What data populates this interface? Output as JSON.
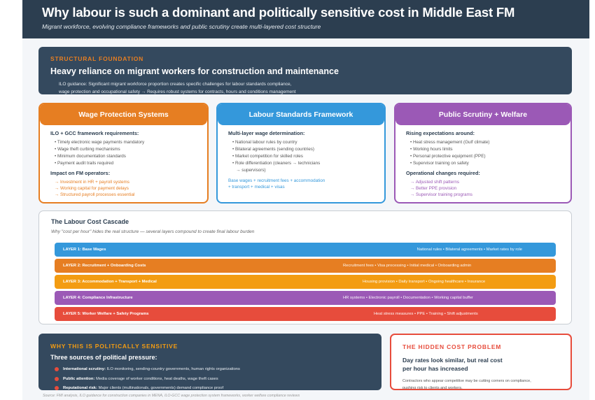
{
  "header": {
    "title": "Why labour is such a dominant and politically sensitive cost in Middle East FM",
    "subtitle": "Migrant workforce, evolving compliance frameworks and public scrutiny create multi-layered cost structure"
  },
  "structural": {
    "kicker": "STRUCTURAL FOUNDATION",
    "title": "Heavy reliance on migrant workers for construction and maintenance",
    "line1": "ILO guidance: Significant migrant workforce proportion creates specific challenges for labour standards compliance,",
    "line2": "wage protection and occupational safety → Requires robust systems for contracts, hours and conditions management"
  },
  "cards": [
    {
      "title": "Wage Protection Systems",
      "color": "#e67e22",
      "section1": "ILO + GCC framework requirements:",
      "items": [
        "• Timely electronic wage payments mandatory",
        "• Wage theft curbing mechanisms",
        "• Minimum documentation standards",
        "• Payment audit trails required"
      ],
      "section2": "Impact on FM operators:",
      "impacts": [
        "→ Investment in HR + payroll systems",
        "→ Working capital for payment delays",
        "→ Structured payroll processes essential"
      ]
    },
    {
      "title": "Labour Standards Framework",
      "color": "#3498db",
      "section1": "Multi-layer wage determination:",
      "items": [
        "• National labour rules by country",
        "• Bilateral agreements (sending countries)",
        "• Market competition for skilled roles",
        "• Role differentiation (cleaners → technicians",
        "   → supervisors)"
      ],
      "note1": "Base wages + recruitment fees + accommodation",
      "note2": "+ transport + medical + visas"
    },
    {
      "title": "Public Scrutiny + Welfare",
      "color": "#9b59b6",
      "section1": "Rising expectations around:",
      "items": [
        "• Heat stress management (Gulf climate)",
        "• Working hours limits",
        "• Personal protective equipment (PPE)",
        "• Supervisor training on safety"
      ],
      "section2": "Operational changes required:",
      "impacts": [
        "→ Adjusted shift patterns",
        "→ Better PPE provision",
        "→ Supervisor training programs"
      ]
    }
  ],
  "cascade": {
    "title": "The Labour Cost Cascade",
    "subtitle": "Why \"cost per hour\" hides the real structure — several layers compound to create final labour burden",
    "layers": [
      {
        "name": "LAYER 1: Base Wages",
        "detail": "National rules • Bilateral agreements • Market rates by role",
        "color": "#3498db"
      },
      {
        "name": "LAYER 2: Recruitment + Onboarding Costs",
        "detail": "Recruitment fees • Visa processing • Initial medical • Onboarding admin",
        "color": "#e67e22"
      },
      {
        "name": "LAYER 3: Accommodation + Transport + Medical",
        "detail": "Housing provision • Daily transport • Ongoing healthcare • Insurance",
        "color": "#f39c12"
      },
      {
        "name": "LAYER 4: Compliance Infrastructure",
        "detail": "HR systems • Electronic payroll • Documentation • Working capital buffer",
        "color": "#9b59b6"
      },
      {
        "name": "LAYER 5: Worker Welfare + Safety Programs",
        "detail": "Heat stress measures • PPE • Training • Shift adjustments",
        "color": "#e74c3c"
      }
    ]
  },
  "political": {
    "kicker": "WHY THIS IS POLITICALLY SENSITIVE",
    "title": "Three sources of political pressure:",
    "items": [
      {
        "label": "International scrutiny:",
        "text": " ILO monitoring, sending-country governments, human rights organizations"
      },
      {
        "label": "Public attention:",
        "text": " Media coverage of worker conditions, heat deaths, wage theft cases"
      },
      {
        "label": "Reputational risk:",
        "text": " Major clients (multinationals, governments) demand compliance proof"
      }
    ]
  },
  "hidden": {
    "kicker": "THE HIDDEN COST PROBLEM",
    "title": "Day rates look similar, but real cost per hour has increased",
    "text": "Contractors who appear competitive may be cutting corners on compliance, pushing risk to clients and workers."
  },
  "source": "Source: FMI analysis, ILO guidance for construction companies in MENA, ILO-GCC wage protection system frameworks, worker welfare compliance reviews"
}
